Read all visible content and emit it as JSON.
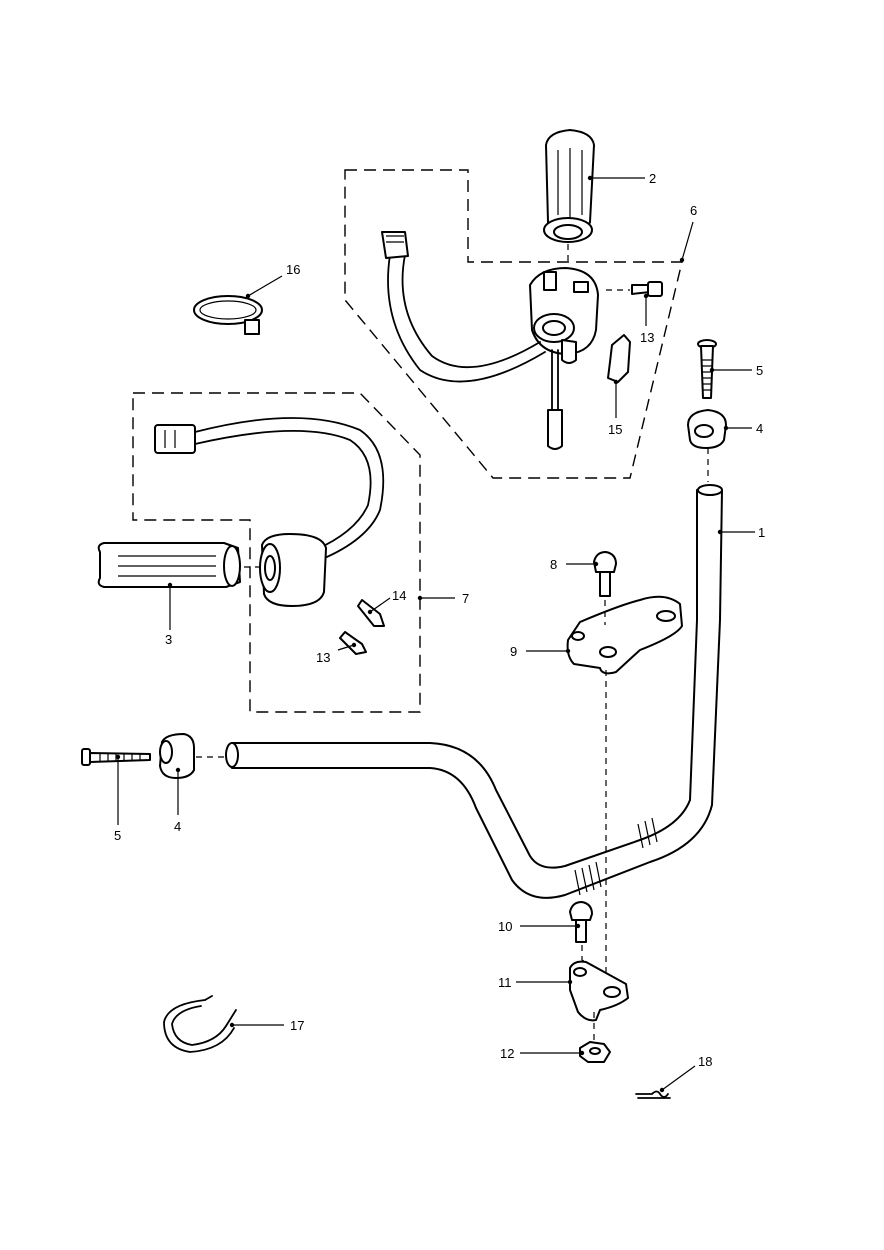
{
  "callouts": [
    {
      "id": "c1",
      "label": "1"
    },
    {
      "id": "c2",
      "label": "2"
    },
    {
      "id": "c3",
      "label": "3"
    },
    {
      "id": "c4a",
      "label": "4"
    },
    {
      "id": "c4b",
      "label": "4"
    },
    {
      "id": "c5a",
      "label": "5"
    },
    {
      "id": "c5b",
      "label": "5"
    },
    {
      "id": "c6",
      "label": "6"
    },
    {
      "id": "c7",
      "label": "7"
    },
    {
      "id": "c8",
      "label": "8"
    },
    {
      "id": "c9",
      "label": "9"
    },
    {
      "id": "c10",
      "label": "10"
    },
    {
      "id": "c11",
      "label": "11"
    },
    {
      "id": "c12",
      "label": "12"
    },
    {
      "id": "c13a",
      "label": "13"
    },
    {
      "id": "c13b",
      "label": "13"
    },
    {
      "id": "c14",
      "label": "14"
    },
    {
      "id": "c15",
      "label": "15"
    },
    {
      "id": "c16",
      "label": "16"
    },
    {
      "id": "c17",
      "label": "17"
    },
    {
      "id": "c18",
      "label": "18"
    }
  ]
}
